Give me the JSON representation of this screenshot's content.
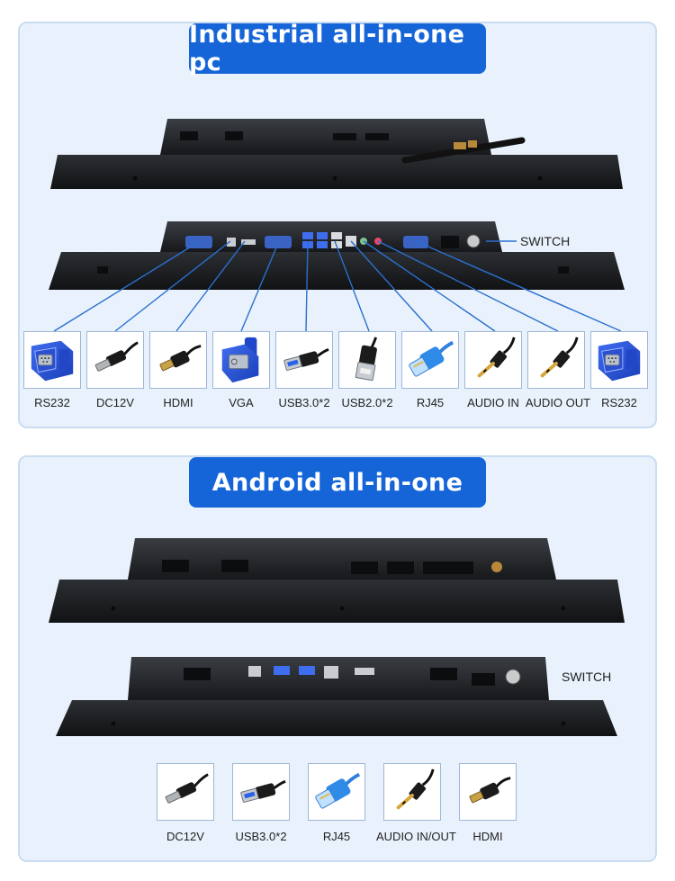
{
  "panel1": {
    "title": "Industrial all-in-one pc",
    "switch_label": "SWITCH",
    "ports": [
      {
        "label": "RS232",
        "icon": "db9-serial-connector-icon"
      },
      {
        "label": "DC12V",
        "icon": "dc-power-plug-icon"
      },
      {
        "label": "HDMI",
        "icon": "hdmi-cable-icon"
      },
      {
        "label": "VGA",
        "icon": "vga-connector-icon"
      },
      {
        "label": "USB3.0*2",
        "icon": "usb3-plug-icon"
      },
      {
        "label": "USB2.0*2",
        "icon": "usb2-plug-icon"
      },
      {
        "label": "RJ45",
        "icon": "rj45-ethernet-icon"
      },
      {
        "label": "AUDIO IN",
        "icon": "audio-jack-icon"
      },
      {
        "label": "AUDIO OUT",
        "icon": "audio-jack-icon"
      },
      {
        "label": "RS232",
        "icon": "db9-serial-connector-icon"
      }
    ]
  },
  "panel2": {
    "title": "Android all-in-one",
    "switch_label": "SWITCH",
    "ports": [
      {
        "label": "DC12V",
        "icon": "dc-power-plug-icon"
      },
      {
        "label": "USB3.0*2",
        "icon": "usb3-plug-icon"
      },
      {
        "label": "RJ45",
        "icon": "rj45-ethernet-icon"
      },
      {
        "label": "AUDIO IN/OUT",
        "icon": "audio-jack-icon"
      },
      {
        "label": "HDMI",
        "icon": "hdmi-cable-icon"
      }
    ]
  },
  "colors": {
    "accent": "#1565d8",
    "panel_bg": "#e9f2fc",
    "line": "#2a6fd0",
    "device": "#1f2124"
  }
}
